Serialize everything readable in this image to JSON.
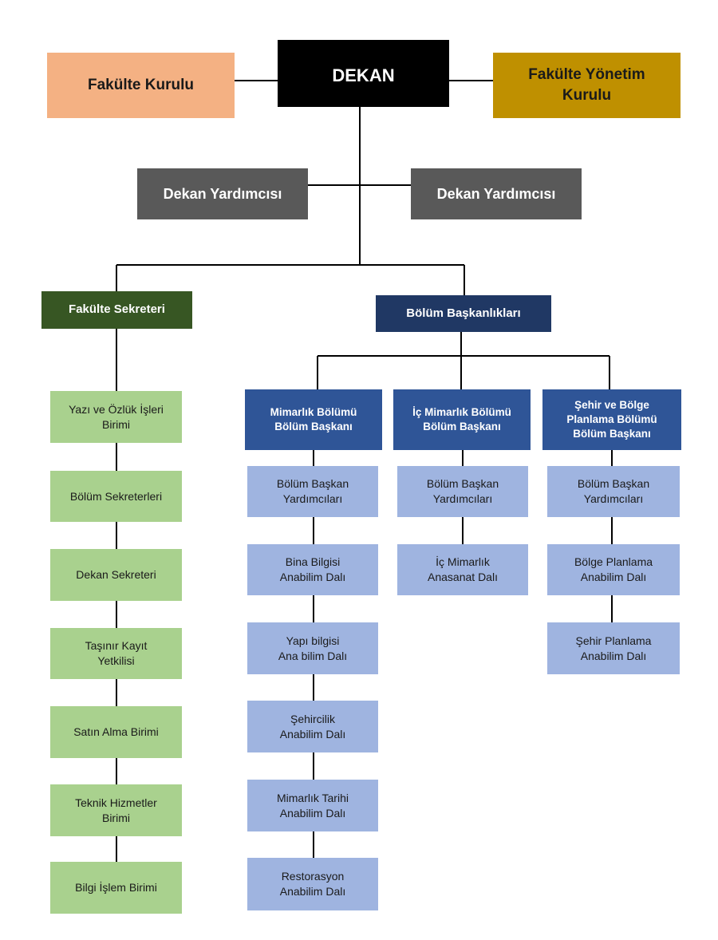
{
  "top": {
    "dekan": "DEKAN",
    "fakulte_kurulu": "Fakülte Kurulu",
    "fakulte_yonetim_kurulu": "Fakülte Yönetim\nKurulu"
  },
  "deputies": {
    "left": "Dekan Yardımcısı",
    "right": "Dekan Yardımcısı"
  },
  "secretary": {
    "title": "Fakülte Sekreteri",
    "units": [
      "Yazı ve Özlük İşleri\nBirimi",
      "Bölüm Sekreterleri",
      "Dekan Sekreteri",
      "Taşınır Kayıt\nYetkilisi",
      "Satın Alma Birimi",
      "Teknik Hizmetler\nBirimi",
      "Bilgi İşlem Birimi"
    ]
  },
  "departments": {
    "title": "Bölüm Başkanlıkları",
    "mimarlik": {
      "head": "Mimarlık Bölümü\nBölüm Başkanı",
      "units": [
        "Bölüm Başkan\nYardımcıları",
        "Bina Bilgisi\nAnabilim Dalı",
        "Yapı bilgisi\nAna bilim Dalı",
        "Şehircilik\nAnabilim Dalı",
        "Mimarlık Tarihi\nAnabilim Dalı",
        "Restorasyon\nAnabilim Dalı"
      ]
    },
    "ic_mimarlik": {
      "head": "İç Mimarlık Bölümü\nBölüm Başkanı",
      "units": [
        "Bölüm Başkan\nYardımcıları",
        "İç Mimarlık\nAnasanat Dalı"
      ]
    },
    "sehir_bolge": {
      "head": "Şehir ve Bölge\nPlanlama Bölümü\nBölüm Başkanı",
      "units": [
        "Bölüm Başkan\nYardımcıları",
        "Bölge Planlama\nAnabilim Dalı",
        "Şehir Planlama\nAnabilim Dalı"
      ]
    }
  }
}
